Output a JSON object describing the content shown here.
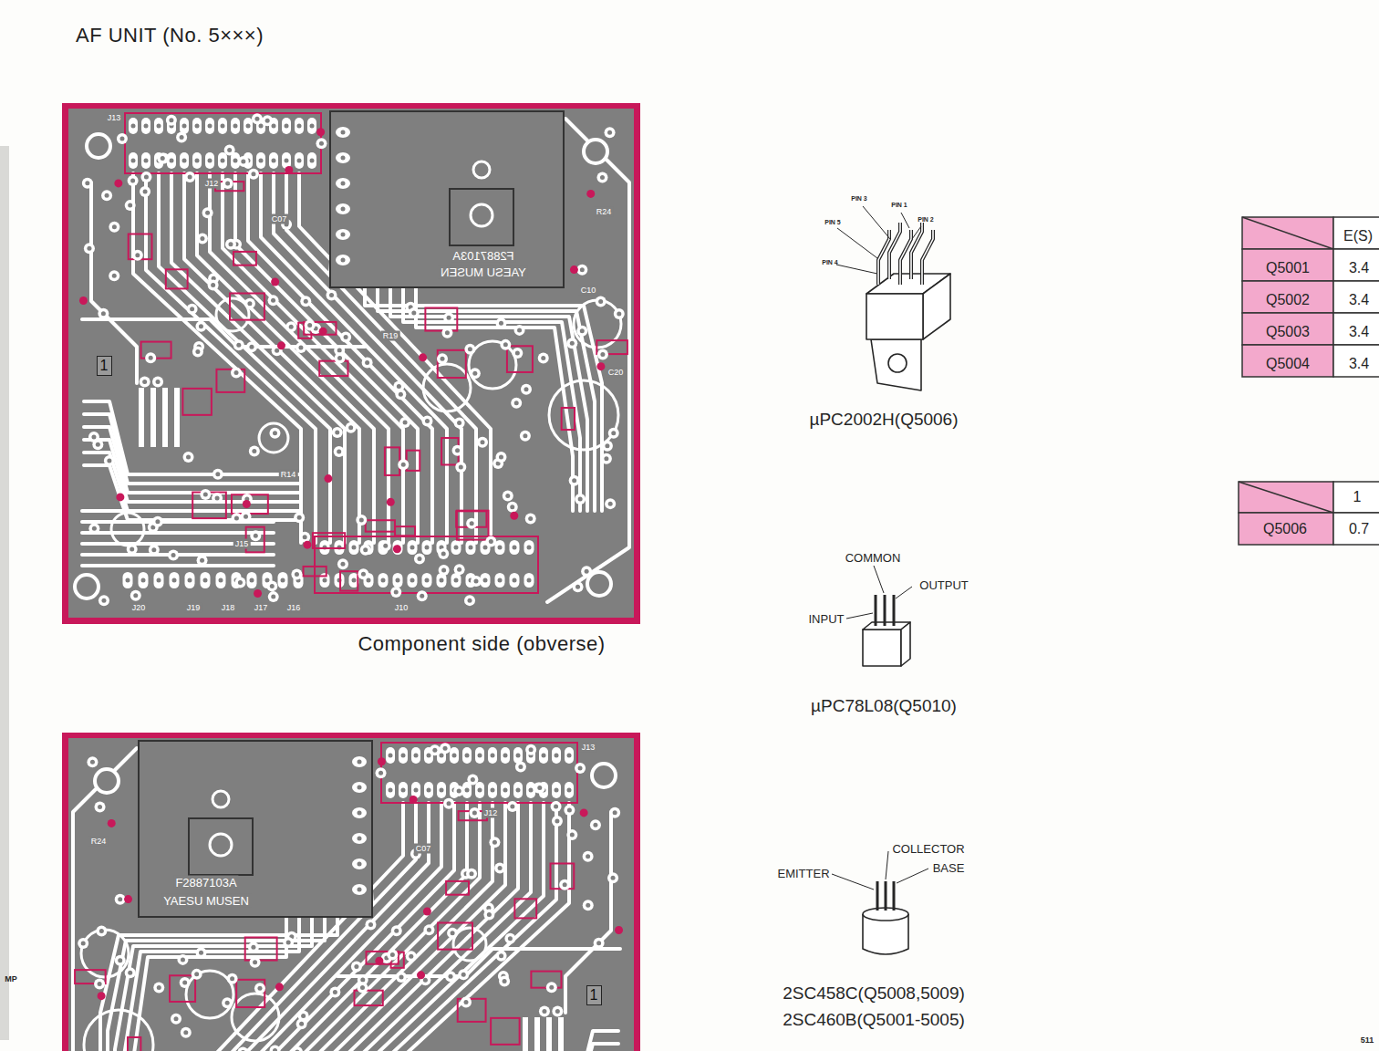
{
  "diagram": {
    "title": "AF UNIT (No. 5×××)",
    "caption": "Component side (obverse)",
    "nodes": [
      {
        "text": [
          "1"
        ]
      },
      {
        "text": [
          "1"
        ]
      }
    ],
    "labels": [
      "MP",
      "511",
      "PIN 3",
      "PIN 1",
      "PIN 5",
      "PIN 2",
      "PIN 4",
      "µPC2002H(Q5006)",
      "COMMON",
      "OUTPUT",
      "INPUT",
      "µPC78L08(Q5010)",
      "COLLECTOR",
      "EMITTER",
      "BASE",
      "2SC458C(Q5008,5009)",
      "2SC460B(Q5001-5005)",
      "E(S)",
      "Q5001",
      "3.4",
      "Q5002",
      "3.4",
      "Q5003",
      "3.4",
      "Q5004",
      "3.4",
      "1",
      "Q5006",
      "0.7",
      "F2887103A",
      "YAESU MUSEN",
      "J13",
      "J12",
      "C07",
      "R24",
      "C10",
      "C20",
      "J15",
      "J20",
      "J19",
      "J18",
      "J17",
      "J16",
      "J10",
      "R14",
      "R19",
      "F2887103A",
      "YAESU MUSEN",
      "J13",
      "J12",
      "C07",
      "R24"
    ]
  }
}
